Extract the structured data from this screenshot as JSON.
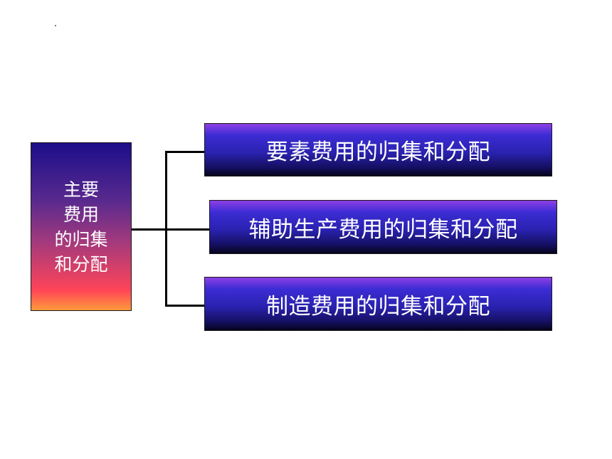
{
  "diagram": {
    "root": {
      "lines": [
        "主要",
        "费用",
        "的归集",
        "和分配"
      ]
    },
    "nodes": [
      {
        "label": "要素费用的归集和分配"
      },
      {
        "label": "辅助生产费用的归集和分配"
      },
      {
        "label": "制造费用的归集和分配"
      }
    ],
    "colors": {
      "node_top": "#8e3fe6",
      "node_bottom": "#05041a",
      "root_top": "#1c0e8a",
      "root_bottom": "#ff9a3a",
      "text": "#ffffff",
      "connector": "#000000"
    }
  }
}
